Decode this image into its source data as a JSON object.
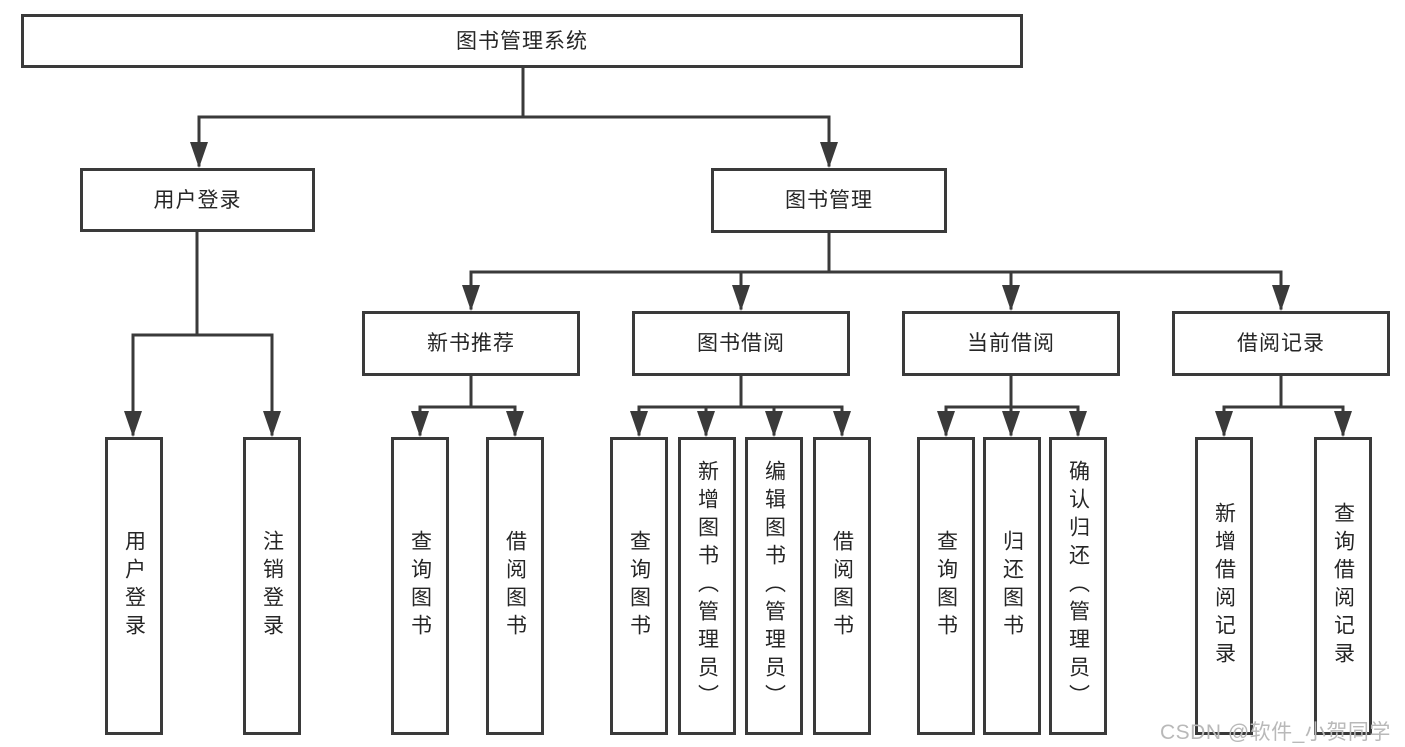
{
  "diagram": {
    "root": {
      "label": "图书管理系统"
    },
    "level2": {
      "user_login": "用户登录",
      "book_mgmt": "图书管理"
    },
    "level3": {
      "new_rec": "新书推荐",
      "book_borrow": "图书借阅",
      "current_borrow": "当前借阅",
      "borrow_record": "借阅记录"
    },
    "leaves": {
      "user_login": "用户登录",
      "logout": "注销登录",
      "rec_query": "查询图书",
      "rec_borrow": "借阅图书",
      "bb_query": "查询图书",
      "bb_add": "新增图书（管理员）",
      "bb_edit": "编辑图书（管理员）",
      "bb_borrow": "借阅图书",
      "cb_query": "查询图书",
      "cb_return": "归还图书",
      "cb_confirm": "确认归还（管理员）",
      "br_add": "新增借阅记录",
      "br_query": "查询借阅记录"
    },
    "watermark": "CSDN @软件_小贺同学",
    "colors": {
      "line": "#3a3a3a",
      "text": "#262626",
      "watermark": "#b9b9b9",
      "background": "#ffffff"
    }
  }
}
